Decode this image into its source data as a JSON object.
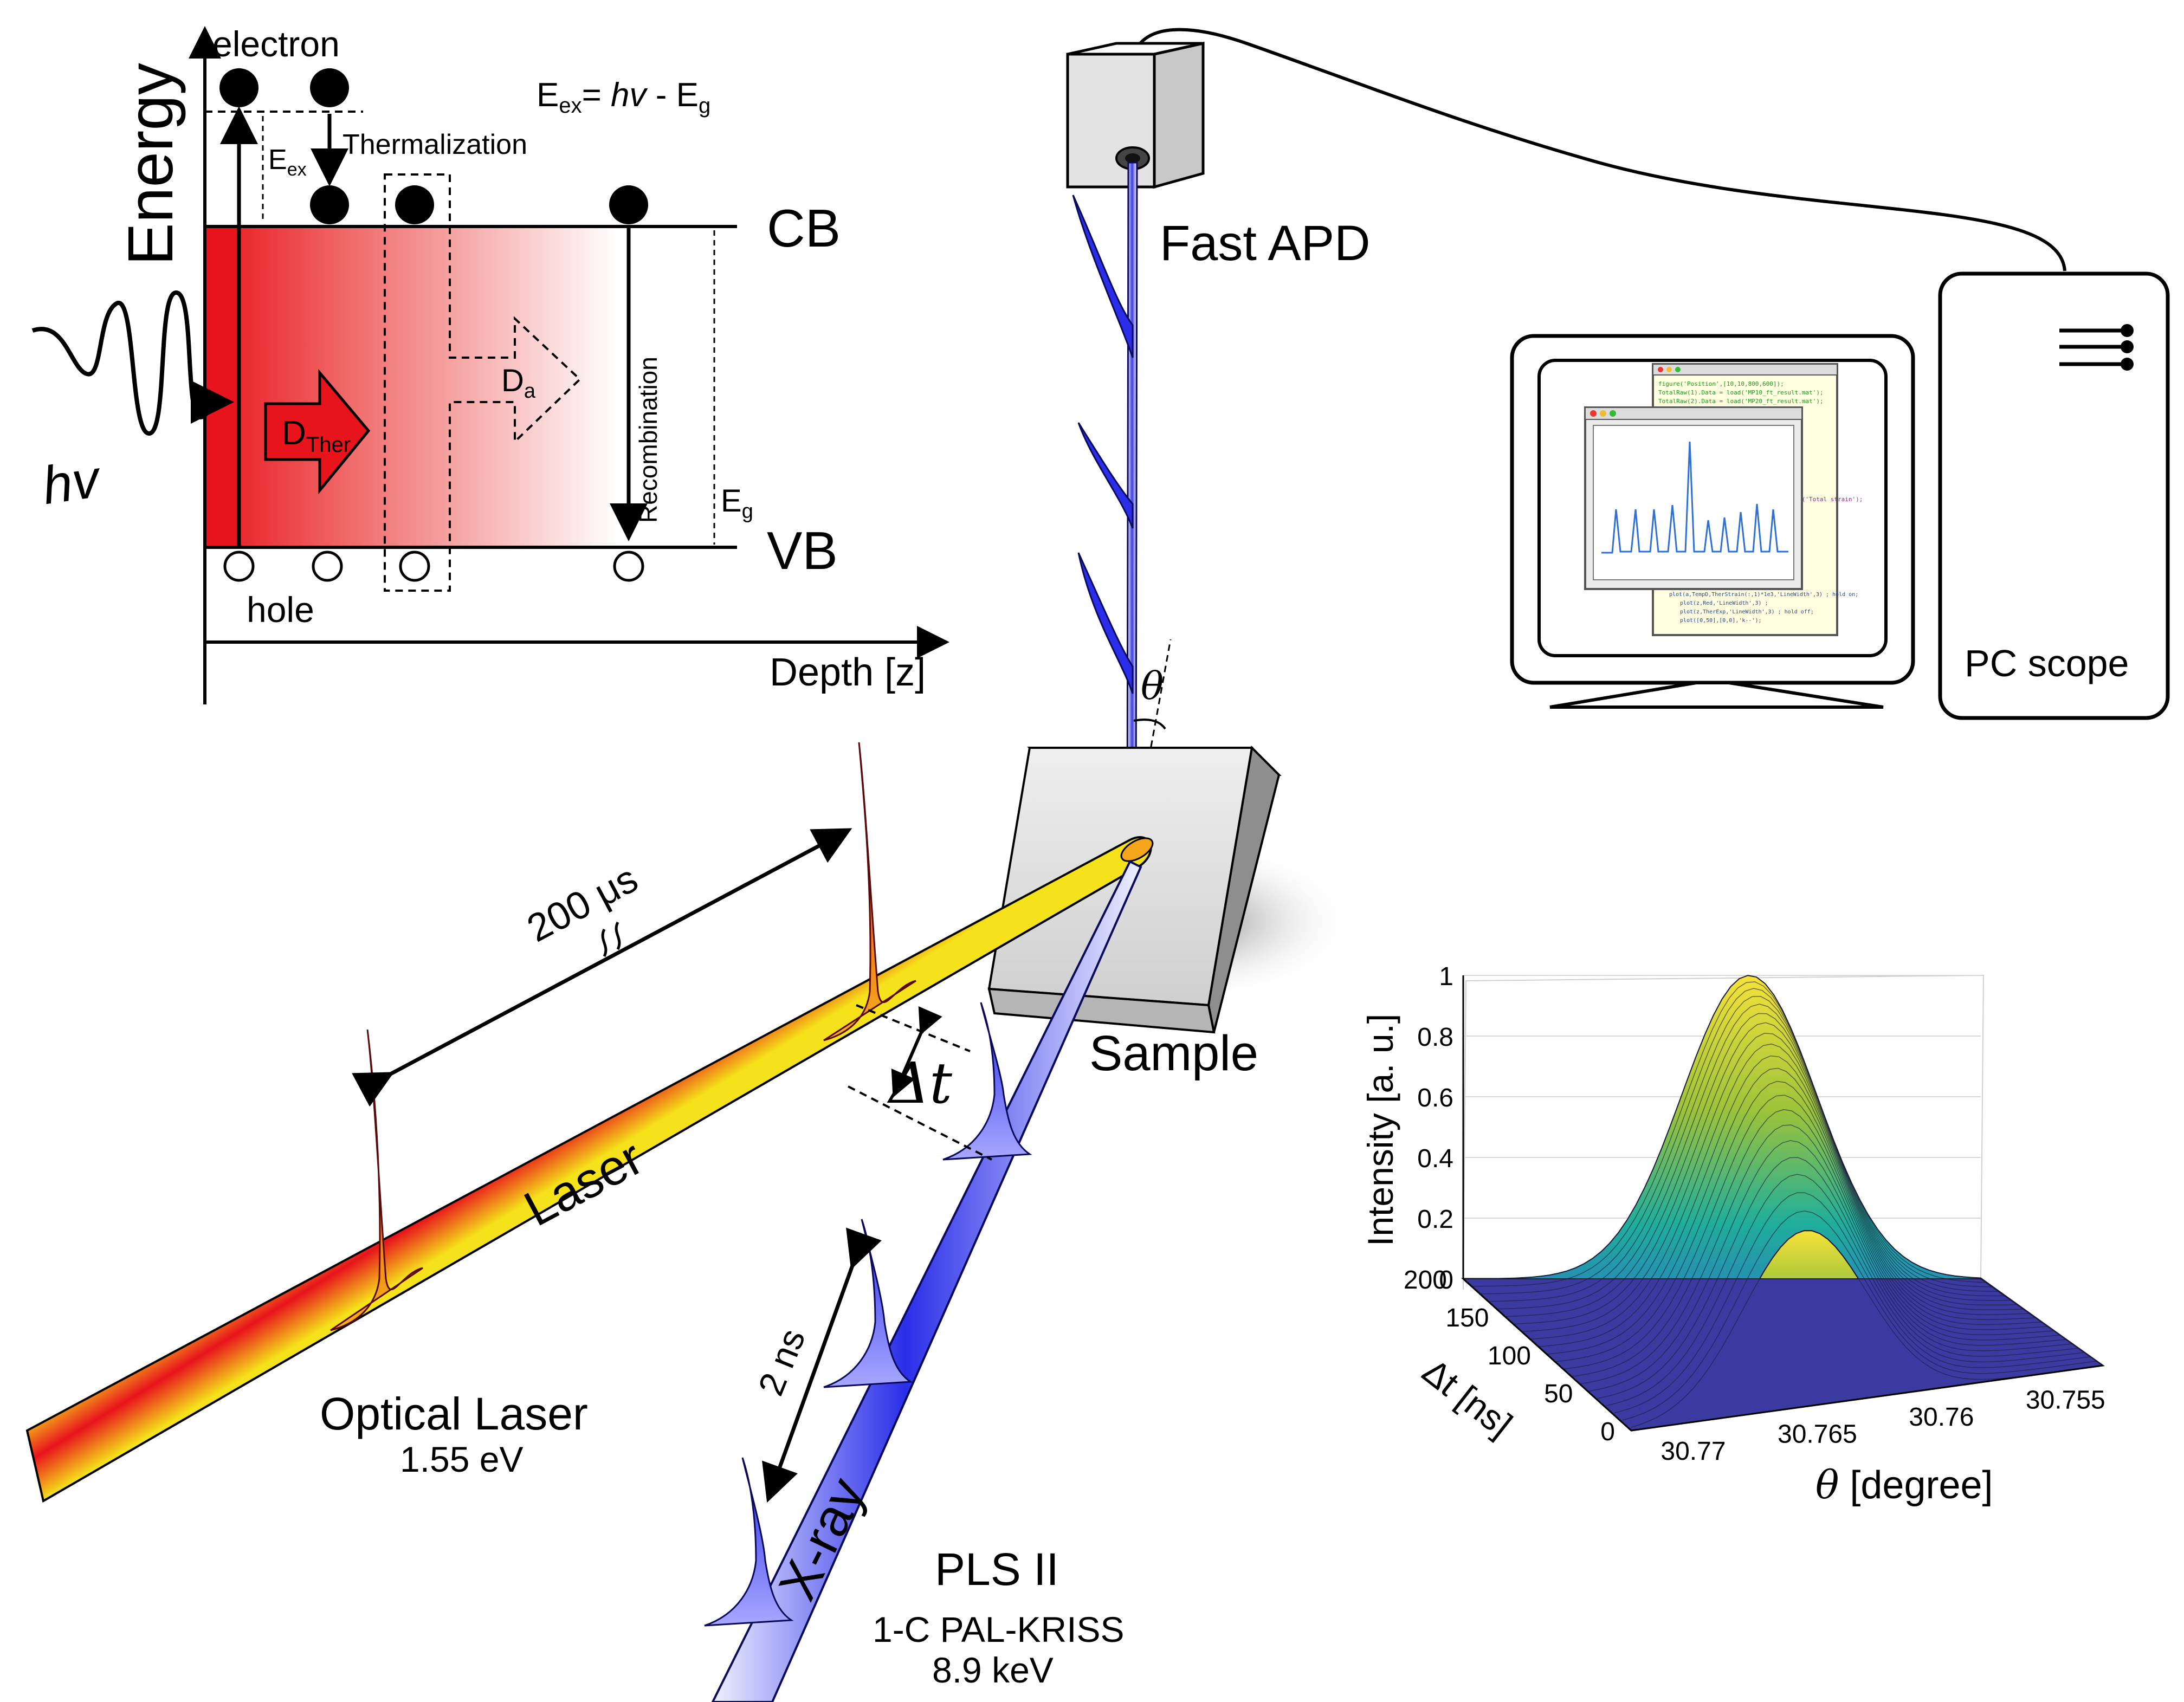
{
  "band_diagram": {
    "y_axis_label": "Energy",
    "x_axis_label": "Depth [z]",
    "electron_label": "electron",
    "hole_label": "hole",
    "equation_lhs": "E",
    "equation_lhs_sub": "ex",
    "equation_mid": "= ",
    "equation_hv": "hv",
    "equation_rhs": " - E",
    "equation_rhs_sub": "g",
    "excess_energy_label": "E",
    "excess_energy_sub": "ex",
    "thermalization_label": "Thermalization",
    "conduction_band_label": "CB",
    "valence_band_label": "VB",
    "thermal_diffusion_label": "D",
    "thermal_diffusion_sub": "Ther",
    "ambipolar_diffusion_label": "D",
    "ambipolar_diffusion_sub": "a",
    "recombination_label": "Recombination",
    "bandgap_label": "E",
    "bandgap_sub": "g",
    "photon_label": "hv"
  },
  "setup": {
    "detector_label": "Fast APD",
    "angle_label": "θ",
    "sample_label": "Sample",
    "pulse_spacing_label": "200 μs",
    "delay_label": "Δt",
    "laser_beam_label": "Laser",
    "laser_name": "Optical Laser",
    "laser_energy": "1.55 eV",
    "xray_bunch_spacing": "2 ns",
    "xray_beam_label": "X-ray",
    "source_name": "PLS II",
    "beamline_name": "1-C PAL-KRISS",
    "xray_energy": "8.9 keV",
    "pc_label": "PC scope"
  },
  "screen_code_lines": [
    "figure('Position',[10,10,800,600]);",
    "TotalRaw(1).Data = load('MP10_ft_result.mat');",
    "TotalRaw(2).Data = load('MP20_ft_result.mat');",
    "ylabel('Total strain');",
    "plot(a,TempD,TherStrain(:,1)*1e3,'LineWidth',3) ; hold on;",
    "plot(z,Red,'LineWidth',3) ;",
    "plot(z,TherExp,'LineWidth',3) ; hold off;",
    "plot([0,50],[0,0],'k--');"
  ],
  "colors": {
    "laser_red": "#e8141c",
    "laser_yellow": "#f5e21a",
    "xray_blue": "#2a2ee8",
    "plot_line_blue": "#2f6fd6"
  },
  "chart_data": {
    "type": "surface",
    "zlabel": "Intensity [a. u.]",
    "ylabel": "Δt [ns]",
    "xlabel": "θ [degree]",
    "z_ticks": [
      "0",
      "0.2",
      "0.4",
      "0.6",
      "0.8",
      "1"
    ],
    "y_ticks": [
      "0",
      "50",
      "100",
      "150",
      "200"
    ],
    "x_ticks": [
      "30.77",
      "30.765",
      "30.76",
      "30.755"
    ],
    "zlim": [
      0,
      1
    ],
    "ylim": [
      0,
      200
    ],
    "xlim": [
      30.7725,
      30.7535
    ],
    "peak_theta": [
      30.7655,
      30.762
    ],
    "peak_intensity": [
      0.58,
      1.0
    ],
    "peak_width_degree": 0.0035,
    "colormap": "parula"
  }
}
